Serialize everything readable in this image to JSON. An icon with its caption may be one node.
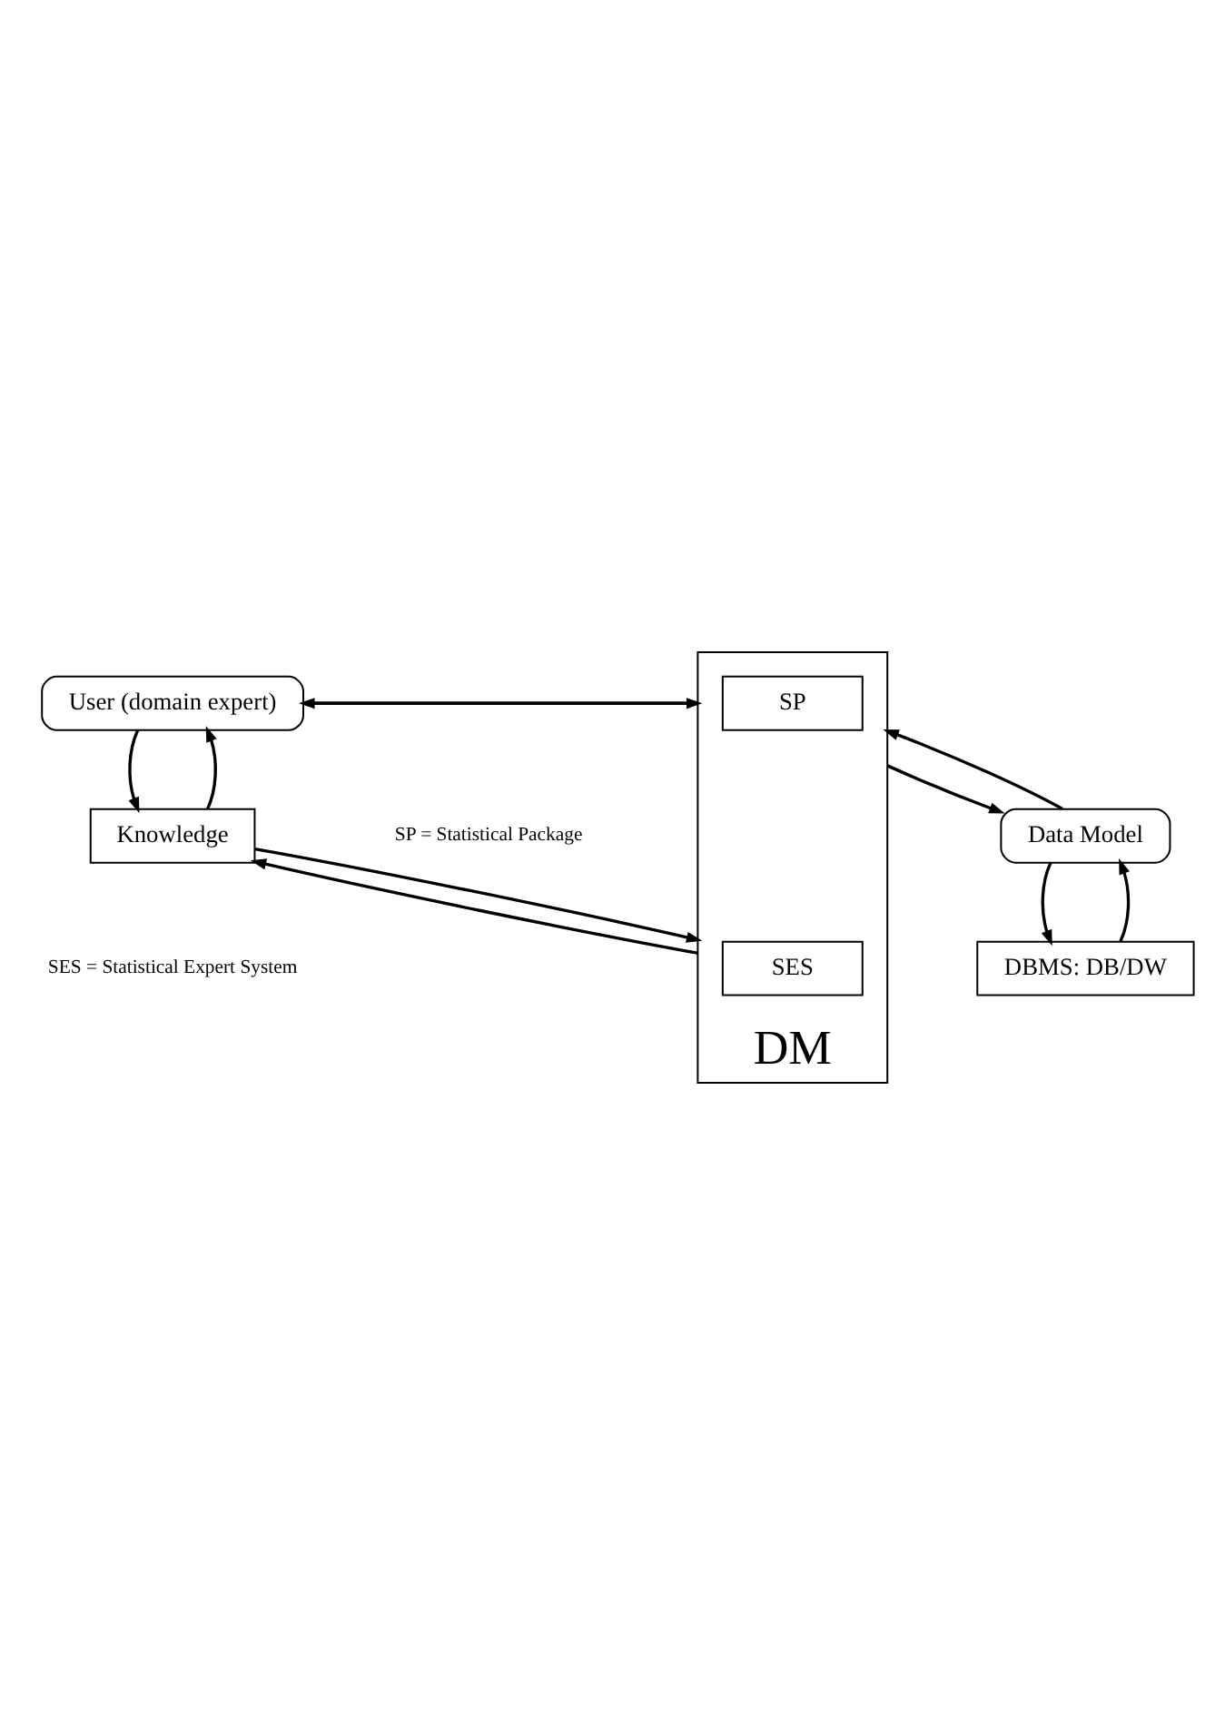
{
  "diagram": {
    "nodes": [
      {
        "text": [
          "Knowledge"
        ]
      },
      {
        "text": [
          "DM"
        ]
      },
      {
        "text": [
          "SES"
        ],
        "in": 1
      },
      {
        "text": [
          "SP"
        ],
        "in": 1
      },
      {
        "text": [
          "User (domain expert)"
        ]
      },
      {
        "text": [
          "Data Model"
        ]
      },
      {
        "text": [
          "DBMS: DB/DW"
        ]
      }
    ],
    "edges": [
      {
        "from": 4,
        "to": 0,
        "arrow": "to"
      },
      {
        "from": 0,
        "to": 4,
        "arrow": "to"
      },
      {
        "from": 0,
        "to": 1,
        "arrow": "to"
      },
      {
        "from": 1,
        "to": 0,
        "arrow": "to"
      },
      {
        "from": 4,
        "to": 1,
        "arrow": "to"
      },
      {
        "from": 1,
        "to": 4,
        "arrow": "to"
      },
      {
        "from": 1,
        "to": 5,
        "arrow": "to"
      },
      {
        "from": 5,
        "to": 1,
        "arrow": "to"
      },
      {
        "from": 5,
        "to": 6,
        "arrow": "to"
      },
      {
        "from": 6,
        "to": 5,
        "arrow": "to"
      }
    ],
    "labels": [
      "SES = Statistical Expert System",
      "SP = Statistical Package"
    ]
  }
}
